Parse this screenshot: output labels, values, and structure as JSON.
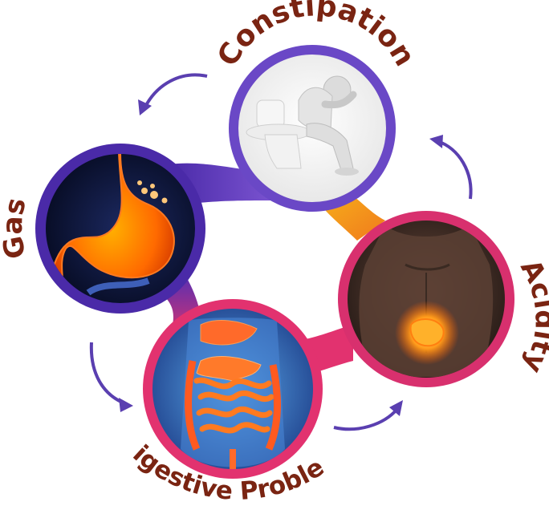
{
  "labels": {
    "constipation": "Constipation",
    "gas": "Gas",
    "acidity": "Acidity",
    "digestive": "Digestive Problem"
  },
  "icons": {
    "constipation": "person-on-toilet-icon",
    "gas": "stomach-gas-bubbles-icon",
    "acidity": "acidic-stomach-torso-icon",
    "digestive": "intestines-icon"
  },
  "colors": {
    "label_text": "#7a2412",
    "purple": "#5b3fb8",
    "indigo": "#4a2aa8",
    "magenta": "#d62e6e",
    "orange": "#f7a21a",
    "arrow": "#5a3fb0"
  }
}
